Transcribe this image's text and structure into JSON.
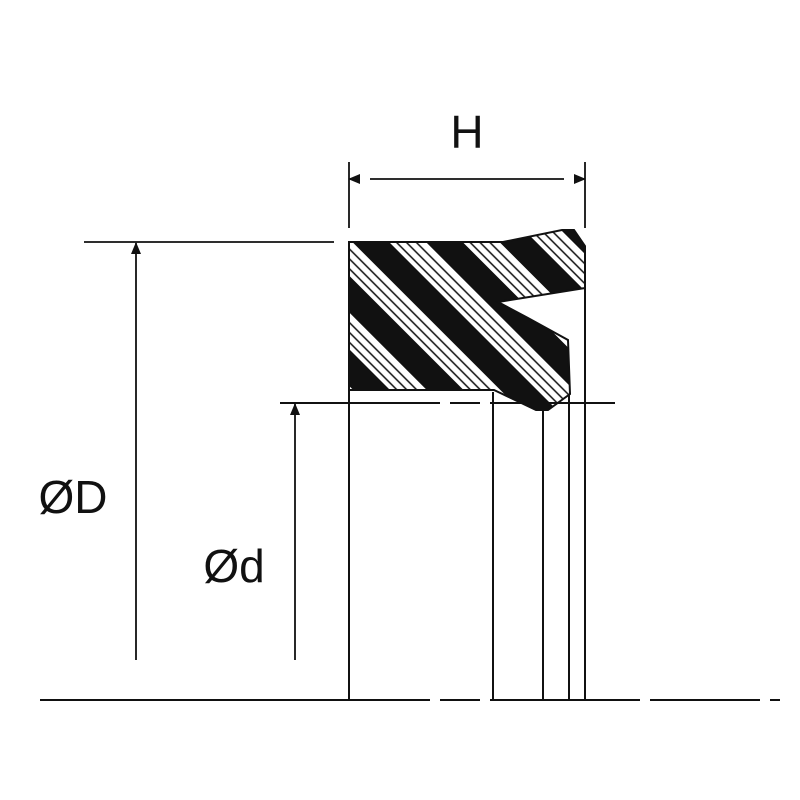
{
  "labels": {
    "height": "H",
    "outer_diameter": "ØD",
    "inner_diameter": "Ød"
  },
  "colors": {
    "ink": "#111111",
    "background": "#ffffff"
  }
}
